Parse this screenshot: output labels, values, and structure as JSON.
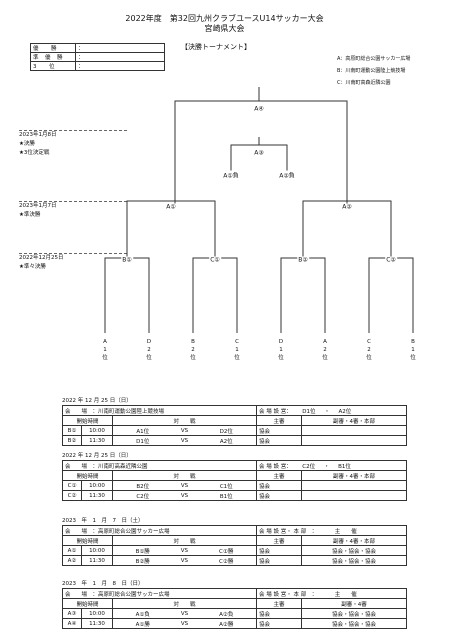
{
  "header": {
    "title_line1": "2022年度　第32回九州クラブユースU14サッカー大会",
    "title_line2": "宮崎県大会"
  },
  "results": [
    {
      "label": "優　　勝",
      "value": "："
    },
    {
      "label": "準　優　勝",
      "value": "："
    },
    {
      "label": "3　　位",
      "value": "："
    }
  ],
  "tournament_label": "【決勝トーナメント】",
  "venues": [
    "A：高原町総合公園サッカー広場",
    "B：川南町運動公園陸上競技場",
    "C：川南町高森近隣公園"
  ],
  "rounds": [
    {
      "date": "2023年1月8日",
      "items": [
        "★決勝",
        "★3位決定戦"
      ]
    },
    {
      "date": "2023年1月7日",
      "items": [
        "★準決勝"
      ]
    },
    {
      "date": "2022年12月25日",
      "items": [
        "★準々決勝"
      ]
    }
  ],
  "bracket": {
    "final": "A④",
    "third": "A③",
    "third_left": "A①負",
    "third_right": "A②負",
    "semi_left": "A①",
    "semi_right": "A②",
    "qf": [
      "B①",
      "C①",
      "B②",
      "C②"
    ],
    "leaves": [
      [
        "A",
        "1",
        "位"
      ],
      [
        "D",
        "2",
        "位"
      ],
      [
        "B",
        "2",
        "位"
      ],
      [
        "C",
        "1",
        "位"
      ],
      [
        "D",
        "1",
        "位"
      ],
      [
        "A",
        "2",
        "位"
      ],
      [
        "C",
        "2",
        "位"
      ],
      [
        "B",
        "1",
        "位"
      ]
    ]
  },
  "schedules": [
    {
      "date": "2022 年 12 月 25 日（日）",
      "venue": "会　　場　：川南町運動公園陸上競技場",
      "setup": "会 場 設 営：",
      "setup_a": "D1位",
      "setup_sep": "・",
      "setup_b": "A2位",
      "head": [
        "開始時間",
        "対　　戦",
        "主審",
        "副審・4審・本部"
      ],
      "rows": [
        [
          "B①",
          "10:00",
          "A1位",
          "VS",
          "D2位",
          "協会",
          ""
        ],
        [
          "B②",
          "11:30",
          "D1位",
          "VS",
          "A2位",
          "協会",
          ""
        ]
      ]
    },
    {
      "date": "2022 年 12 月 25 日（日）",
      "venue": "会　　場　：川南町高森近隣公園",
      "setup": "会 場 設 営：",
      "setup_a": "C2位",
      "setup_sep": "・",
      "setup_b": "B1位",
      "head": [
        "開始時間",
        "対　　戦",
        "主審",
        "副審・4審・本部"
      ],
      "rows": [
        [
          "C①",
          "10:00",
          "B2位",
          "VS",
          "C1位",
          "協会",
          ""
        ],
        [
          "C②",
          "11:30",
          "C2位",
          "VS",
          "B1位",
          "協会",
          ""
        ]
      ]
    },
    {
      "date": "2023　年　1　月　7　日（土）",
      "venue": "会　　場　：高原町総合公園サッカー広場",
      "setup": "会 場 設 営・ 本 部　：",
      "setup_a": "主　　催",
      "setup_sep": "",
      "setup_b": "",
      "head": [
        "開始時間",
        "対　　戦",
        "主審",
        "副審・4審・本部"
      ],
      "rows": [
        [
          "A①",
          "10:00",
          "B①勝",
          "VS",
          "C①勝",
          "協会",
          "協会・協会・協会"
        ],
        [
          "A②",
          "11:30",
          "B②勝",
          "VS",
          "C②勝",
          "協会",
          "協会・協会・協会"
        ]
      ]
    },
    {
      "date": "2023　年　1　月　8　日（日）",
      "venue": "会　　場　：高原町総合公園サッカー広場",
      "setup": "会 場 設 営・ 本 部　：",
      "setup_a": "主　　催",
      "setup_sep": "",
      "setup_b": "",
      "head": [
        "開始時間",
        "対　　戦",
        "主審",
        "副審・4審"
      ],
      "rows": [
        [
          "A③",
          "10:00",
          "A①負",
          "VS",
          "A②負",
          "協会",
          "協会・協会・協会"
        ],
        [
          "A④",
          "11:30",
          "A①勝",
          "VS",
          "A②勝",
          "協会",
          "協会・協会・協会"
        ]
      ]
    }
  ]
}
